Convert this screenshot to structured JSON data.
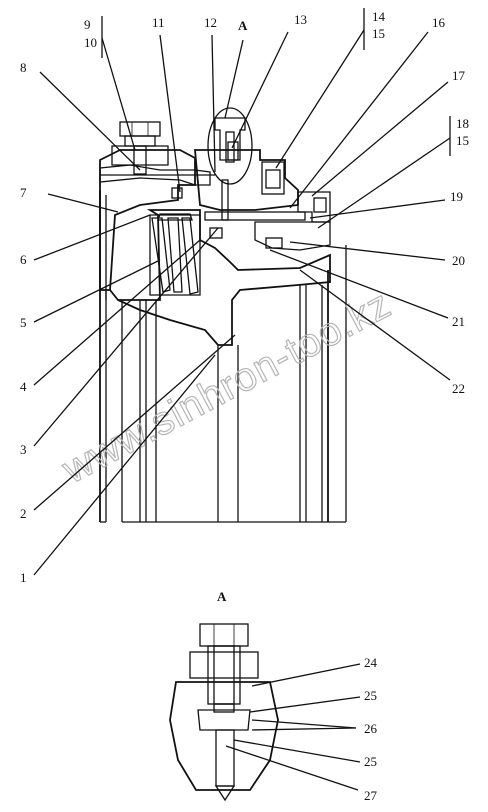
{
  "drawing": {
    "section_label_top": "A",
    "section_label_detail": "A",
    "watermark": "www.sinhron-too.kz"
  },
  "callouts": [
    {
      "id": "c1",
      "text": "1"
    },
    {
      "id": "c2",
      "text": "2"
    },
    {
      "id": "c3",
      "text": "3"
    },
    {
      "id": "c4",
      "text": "4"
    },
    {
      "id": "c5",
      "text": "5"
    },
    {
      "id": "c6",
      "text": "6"
    },
    {
      "id": "c7",
      "text": "7"
    },
    {
      "id": "c8",
      "text": "8"
    },
    {
      "id": "c9",
      "text": "9"
    },
    {
      "id": "c10",
      "text": "10"
    },
    {
      "id": "c11",
      "text": "11"
    },
    {
      "id": "c12",
      "text": "12"
    },
    {
      "id": "c13",
      "text": "13"
    },
    {
      "id": "c14",
      "text": "14"
    },
    {
      "id": "c15a",
      "text": "15"
    },
    {
      "id": "c16",
      "text": "16"
    },
    {
      "id": "c17",
      "text": "17"
    },
    {
      "id": "c18",
      "text": "18"
    },
    {
      "id": "c15b",
      "text": "15"
    },
    {
      "id": "c19",
      "text": "19"
    },
    {
      "id": "c20",
      "text": "20"
    },
    {
      "id": "c21",
      "text": "21"
    },
    {
      "id": "c22",
      "text": "22"
    },
    {
      "id": "c24",
      "text": "24"
    },
    {
      "id": "c25a",
      "text": "25"
    },
    {
      "id": "c26",
      "text": "26"
    },
    {
      "id": "c25b",
      "text": "25"
    },
    {
      "id": "c27",
      "text": "27"
    }
  ]
}
